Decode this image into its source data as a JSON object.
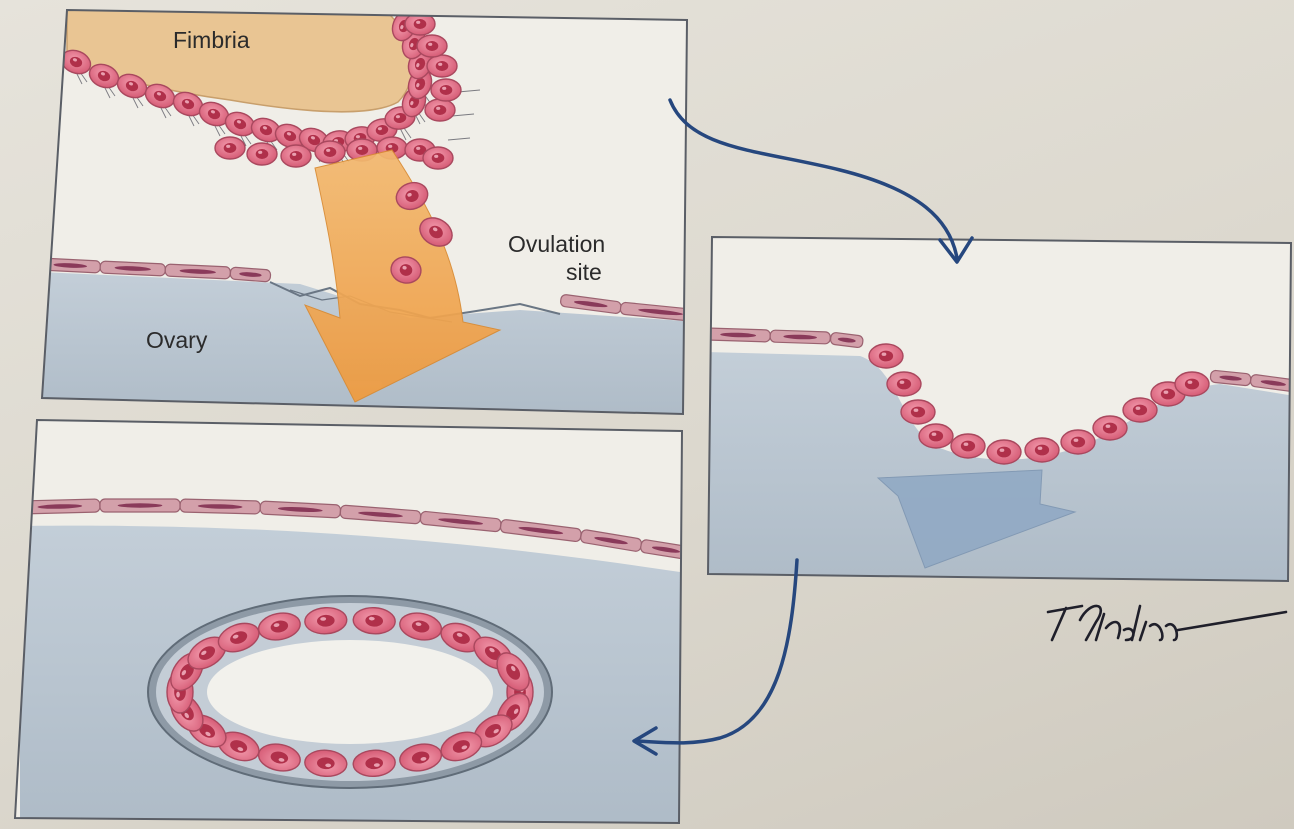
{
  "labels": {
    "fimbria": "Fimbria",
    "ovulation_line1": "Ovulation",
    "ovulation_line2": "site",
    "ovary": "Ovary"
  },
  "signature": "T. Phelps",
  "colors": {
    "background": "#e0ddd5",
    "panel_fill": "#f0eee8",
    "ovary_tissue": "#b7c3ce",
    "epithelium_cell": "#d6909e",
    "cuboidal_cell": "#e06a82",
    "nucleus": "#b03048",
    "fimbria_fill": "#e8c490",
    "orange_arrow": "#f2a24c",
    "blue_arrow": "#8ea9c6",
    "connector_arrow": "#26477e"
  },
  "panels": [
    "ovulation-rupture",
    "epithelial-invagination",
    "inclusion-cyst"
  ]
}
